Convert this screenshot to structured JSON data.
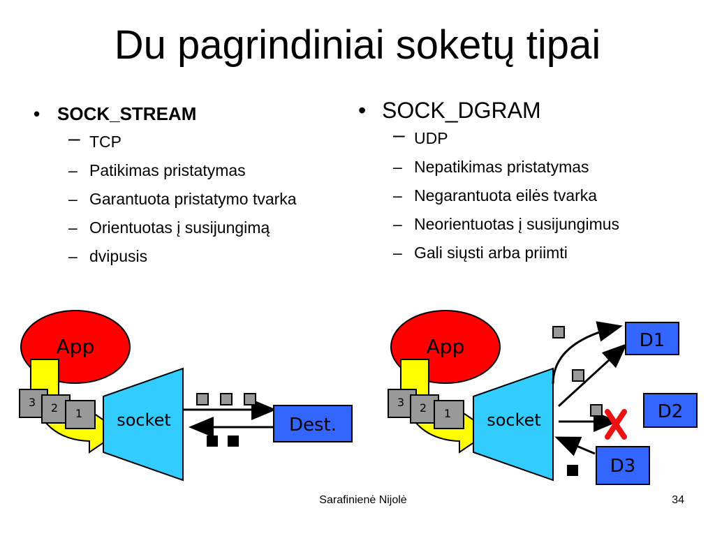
{
  "title": "Du pagrindiniai soketų tipai",
  "left": {
    "heading": "SOCK_STREAM",
    "items": [
      "TCP",
      "Patikimas pristatymas",
      "Garantuota pristatymo tvarka",
      "Orientuotas į susijungimą",
      "dvipusis"
    ]
  },
  "right": {
    "heading": "SOCK_DGRAM",
    "items": [
      "UDP",
      "Nepatikimas pristatymas",
      "Negarantuota eilės tvarka",
      "Neorientuotas į susijungimus",
      "Gali siųsti arba priimti"
    ]
  },
  "bullet_symbol": "•",
  "dash_symbol": "–",
  "diagram_labels": {
    "app": "App",
    "socket": "socket",
    "dest": "Dest.",
    "d1": "D1",
    "d2": "D2",
    "d3": "D3",
    "pkt1": "1",
    "pkt2": "2",
    "pkt3": "3"
  },
  "colors": {
    "app_fill": "#ff0000",
    "socket_fill": "#33ccff",
    "arrow_fill": "#ffff00",
    "dest_fill": "#3366ff",
    "packet_fill": "#999999",
    "packet_black": "#000000",
    "cross": "#ee1111"
  },
  "footer": {
    "author": "Sarafinienė Nijolė",
    "page": "34"
  }
}
